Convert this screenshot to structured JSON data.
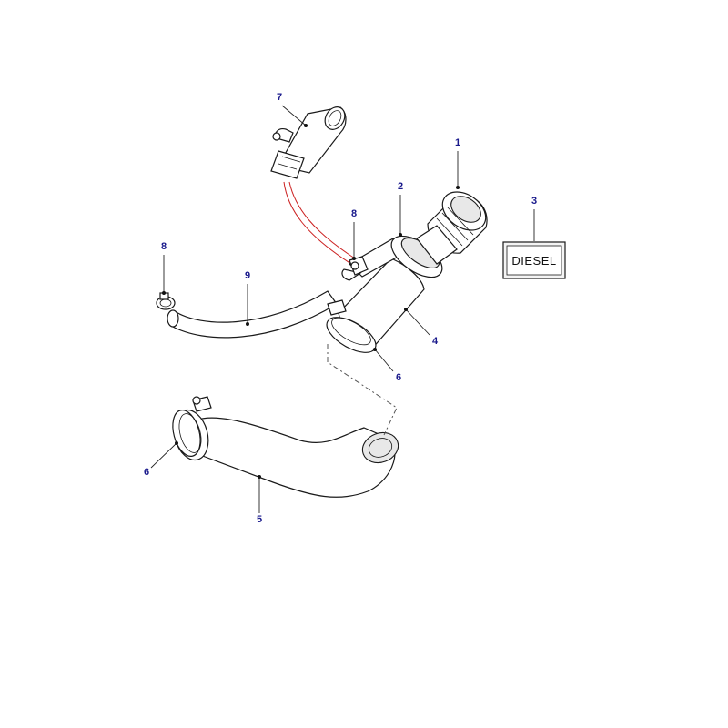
{
  "callouts": {
    "c1": "1",
    "c2": "2",
    "c3": "3",
    "c4": "4",
    "c5": "5",
    "c6a": "6",
    "c6b": "6",
    "c7": "7",
    "c8a": "8",
    "c8b": "8",
    "c9": "9"
  },
  "label_plate": {
    "text": "DIESEL"
  }
}
